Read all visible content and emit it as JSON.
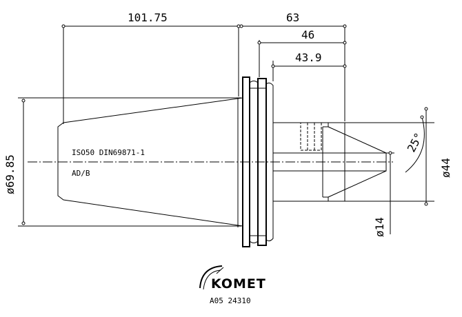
{
  "dimensions": {
    "overall_length": "101.75",
    "length_a": "63",
    "length_b": "46",
    "length_c": "43.9",
    "taper_diameter": "ø69.85",
    "bore_diameter": "ø44",
    "pilot_diameter": "ø14",
    "chamfer_angle": "25°"
  },
  "part": {
    "taper_spec": "ISO50 DIN69871-1",
    "variant": "AD/B"
  },
  "brand": {
    "name": "KOMET",
    "part_number": "A05 24310"
  }
}
